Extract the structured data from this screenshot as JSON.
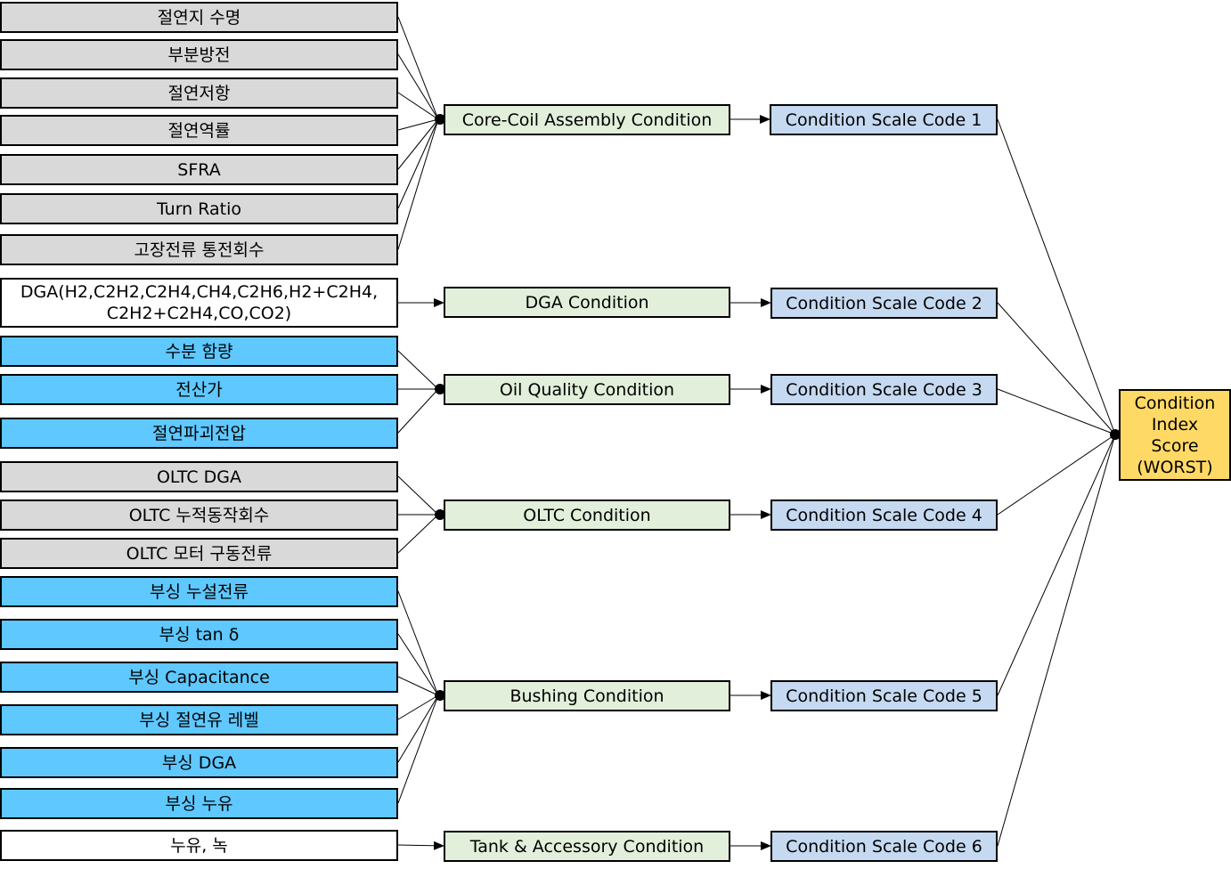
{
  "inputs": [
    {
      "label": "절연지 수명",
      "color": "gray"
    },
    {
      "label": "부분방전",
      "color": "gray"
    },
    {
      "label": "절연저항",
      "color": "gray"
    },
    {
      "label": "절연역률",
      "color": "gray"
    },
    {
      "label": "SFRA",
      "color": "gray"
    },
    {
      "label": "Turn Ratio",
      "color": "gray"
    },
    {
      "label": "고장전류 통전회수",
      "color": "gray"
    },
    {
      "label": "DGA(H2,C2H2,C2H4,CH4,C2H6,H2+C2H4,\nC2H2+C2H4,CO,CO2)",
      "color": "white"
    },
    {
      "label": "수분 함량",
      "color": "blue"
    },
    {
      "label": "전산가",
      "color": "blue"
    },
    {
      "label": "절연파괴전압",
      "color": "blue"
    },
    {
      "label": "OLTC DGA",
      "color": "gray"
    },
    {
      "label": "OLTC 누적동작회수",
      "color": "gray"
    },
    {
      "label": "OLTC 모터 구동전류",
      "color": "gray"
    },
    {
      "label": "부싱 누설전류",
      "color": "blue"
    },
    {
      "label": "부싱 tan δ",
      "color": "blue"
    },
    {
      "label": "부싱 Capacitance",
      "color": "blue"
    },
    {
      "label": "부싱 절연유 레벨",
      "color": "blue"
    },
    {
      "label": "부싱 DGA",
      "color": "blue"
    },
    {
      "label": "부싱 누유",
      "color": "blue"
    },
    {
      "label": "누유, 녹",
      "color": "white"
    }
  ],
  "conditions": [
    {
      "label": "Core-Coil Assembly Condition"
    },
    {
      "label": "DGA Condition"
    },
    {
      "label": "Oil Quality Condition"
    },
    {
      "label": "OLTC Condition"
    },
    {
      "label": "Bushing Condition"
    },
    {
      "label": "Tank & Accessory Condition"
    }
  ],
  "scale_codes": [
    {
      "label": "Condition Scale Code 1"
    },
    {
      "label": "Condition Scale Code 2"
    },
    {
      "label": "Condition Scale Code 3"
    },
    {
      "label": "Condition Scale Code 4"
    },
    {
      "label": "Condition Scale Code 5"
    },
    {
      "label": "Condition Scale Code 6"
    }
  ],
  "result": {
    "label": "Condition\nIndex\nScore\n(WORST)"
  },
  "colors": {
    "gray": "#d9d9d9",
    "white": "#ffffff",
    "blue": "#5ec8ff",
    "condition": "#e2efda",
    "scale_code": "#c5d9f1",
    "result": "#ffd966",
    "line": "#000000"
  }
}
